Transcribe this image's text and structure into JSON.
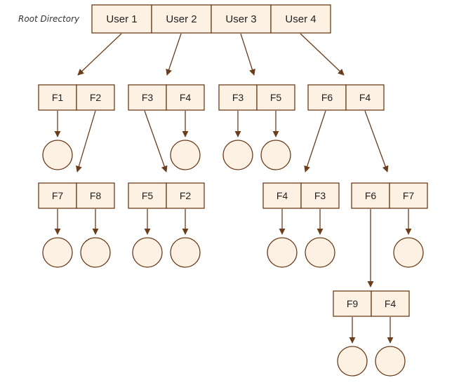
{
  "root": {
    "label": "Root Directory",
    "users": [
      "User 1",
      "User 2",
      "User 3",
      "User 4"
    ]
  },
  "colors": {
    "box_fill": "#fdf1e3",
    "box_stroke": "#6b3d1c",
    "arrow": "#6b3d1c"
  },
  "directories": [
    {
      "id": "d1",
      "cells": [
        "F1",
        "F2"
      ]
    },
    {
      "id": "d2",
      "cells": [
        "F3",
        "F4"
      ]
    },
    {
      "id": "d3",
      "cells": [
        "F3",
        "F5"
      ]
    },
    {
      "id": "d4",
      "cells": [
        "F6",
        "F4"
      ]
    },
    {
      "id": "d5",
      "cells": [
        "F7",
        "F8"
      ]
    },
    {
      "id": "d6",
      "cells": [
        "F5",
        "F2"
      ]
    },
    {
      "id": "d7",
      "cells": [
        "F4",
        "F3"
      ]
    },
    {
      "id": "d8",
      "cells": [
        "F6",
        "F7"
      ]
    },
    {
      "id": "d9",
      "cells": [
        "F9",
        "F4"
      ]
    }
  ]
}
